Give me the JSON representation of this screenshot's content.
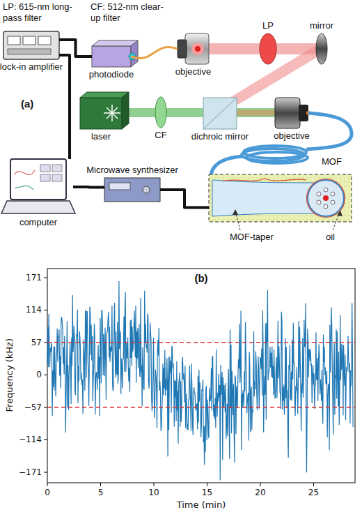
{
  "diagram": {
    "nodes": [
      {
        "text": [
          "lock-in amplifier"
        ]
      },
      {
        "text": [
          "photodiode"
        ]
      },
      {
        "text": [
          "objective"
        ]
      },
      {
        "text": [
          "LP"
        ]
      },
      {
        "text": [
          "mirror"
        ]
      },
      {
        "text": [
          "laser"
        ]
      },
      {
        "text": [
          "CF"
        ]
      },
      {
        "text": [
          "dichroic mirror"
        ]
      },
      {
        "text": [
          "objective"
        ]
      },
      {
        "text": [
          "computer"
        ]
      },
      {
        "text": [
          "Microwave synthesizer"
        ]
      },
      {
        "text": [
          "MOF-taper",
          "oil"
        ]
      }
    ],
    "edges": [
      {
        "from": 0,
        "to": 1,
        "arrow": "none"
      },
      {
        "from": 0,
        "to": 9,
        "arrow": "none"
      },
      {
        "from": 9,
        "to": 10,
        "arrow": "none"
      },
      {
        "from": 10,
        "to": 11,
        "arrow": "none"
      },
      {
        "from": 1,
        "to": 2,
        "arrow": "none"
      }
    ],
    "labels": [
      "LP: 615-nm long-pass filter",
      "CF: 512-nm clear-up filter",
      "(a)",
      "MOF",
      "(b)",
      "171",
      "114",
      "57",
      "0",
      "−57",
      "−114",
      "−171",
      "Frequency (kHz)",
      "0",
      "5",
      "10",
      "15",
      "20",
      "25",
      "Time (min)"
    ]
  }
}
